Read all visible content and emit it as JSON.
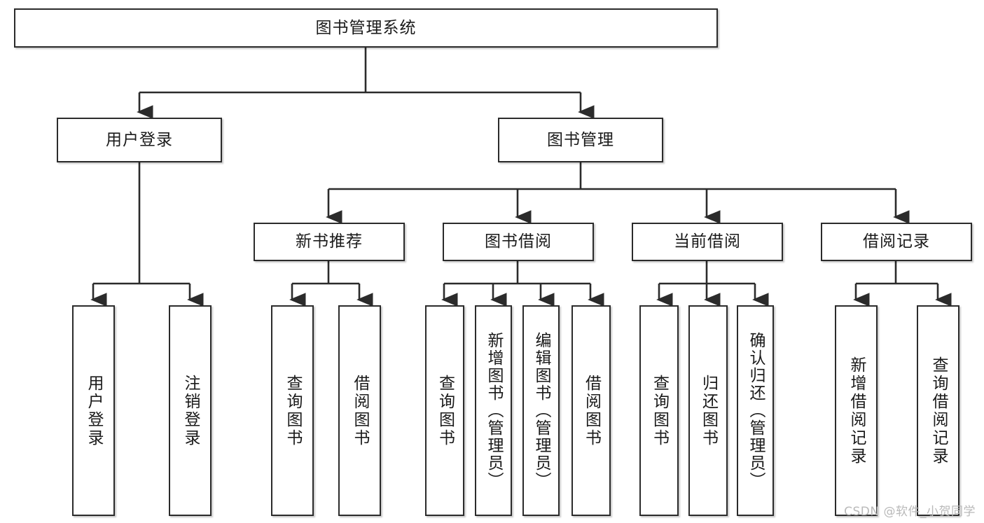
{
  "diagram": {
    "title": "图书管理系统",
    "type": "tree-hierarchy",
    "line_color": "#2b2b2b",
    "box_fill": "#ffffff",
    "text_color": "#1a1a1a"
  },
  "root": {
    "label": "图书管理系统"
  },
  "level2": [
    {
      "label": "用户登录"
    },
    {
      "label": "图书管理"
    }
  ],
  "level3": [
    {
      "label": "新书推荐"
    },
    {
      "label": "图书借阅"
    },
    {
      "label": "当前借阅"
    },
    {
      "label": "借阅记录"
    }
  ],
  "leaves": {
    "user_login": [
      {
        "label": "用户登录"
      },
      {
        "label": "注销登录"
      }
    ],
    "new_book": [
      {
        "label": "查询图书"
      },
      {
        "label": "借阅图书"
      }
    ],
    "book_borrow": [
      {
        "label": "查询图书"
      },
      {
        "label": "新增图书（管理员）"
      },
      {
        "label": "编辑图书（管理员）"
      },
      {
        "label": "借阅图书"
      }
    ],
    "current_borrow": [
      {
        "label": "查询图书"
      },
      {
        "label": "归还图书"
      },
      {
        "label": "确认归还（管理员）"
      }
    ],
    "borrow_record": [
      {
        "label": "新增借阅记录"
      },
      {
        "label": "查询借阅记录"
      }
    ]
  },
  "watermark": {
    "text": "CSDN @软件_小贺同学",
    "color": "#b9b9b9"
  }
}
